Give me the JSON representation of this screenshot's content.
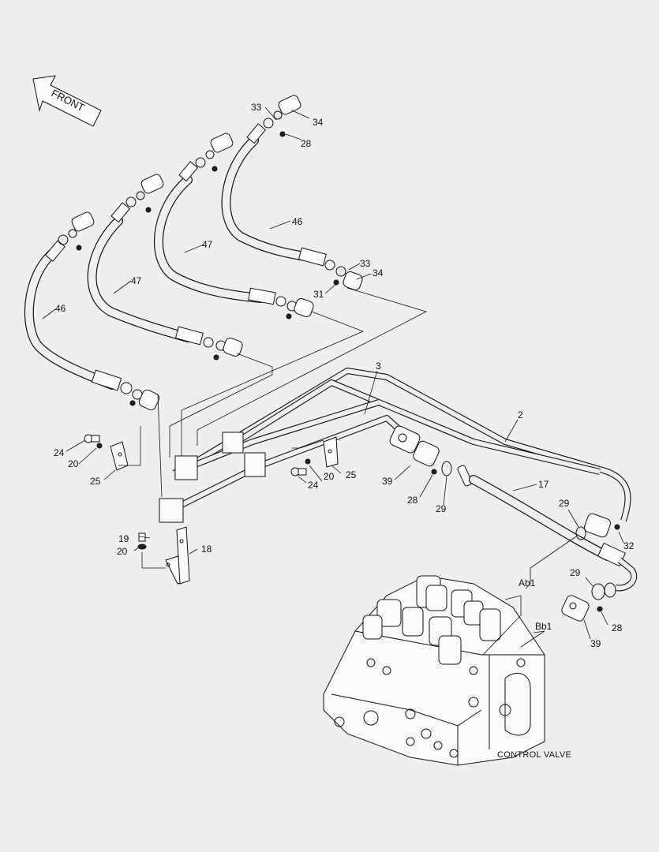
{
  "diagram": {
    "direction_label": "FRONT",
    "caption": "CONTROL VALVE",
    "callouts": {
      "c33a": "33",
      "c34a": "34",
      "c28a": "28",
      "c46a": "46",
      "c47a": "47",
      "c47b": "47",
      "c46b": "46",
      "c33b": "33",
      "c34b": "34",
      "c31": "31",
      "c3": "3",
      "c2": "2",
      "c17": "17",
      "c24a": "24",
      "c20a": "20",
      "c25a": "25",
      "c39a": "39",
      "c28b": "28",
      "c29a": "29",
      "c20b": "20",
      "c25b": "25",
      "c24b": "24",
      "c29b": "29",
      "c32": "32",
      "c19": "19",
      "c20c": "20",
      "c18": "18",
      "cAb1": "Ab1",
      "c29c": "29",
      "cBb1": "Bb1",
      "c28c": "28",
      "c39b": "39"
    }
  }
}
